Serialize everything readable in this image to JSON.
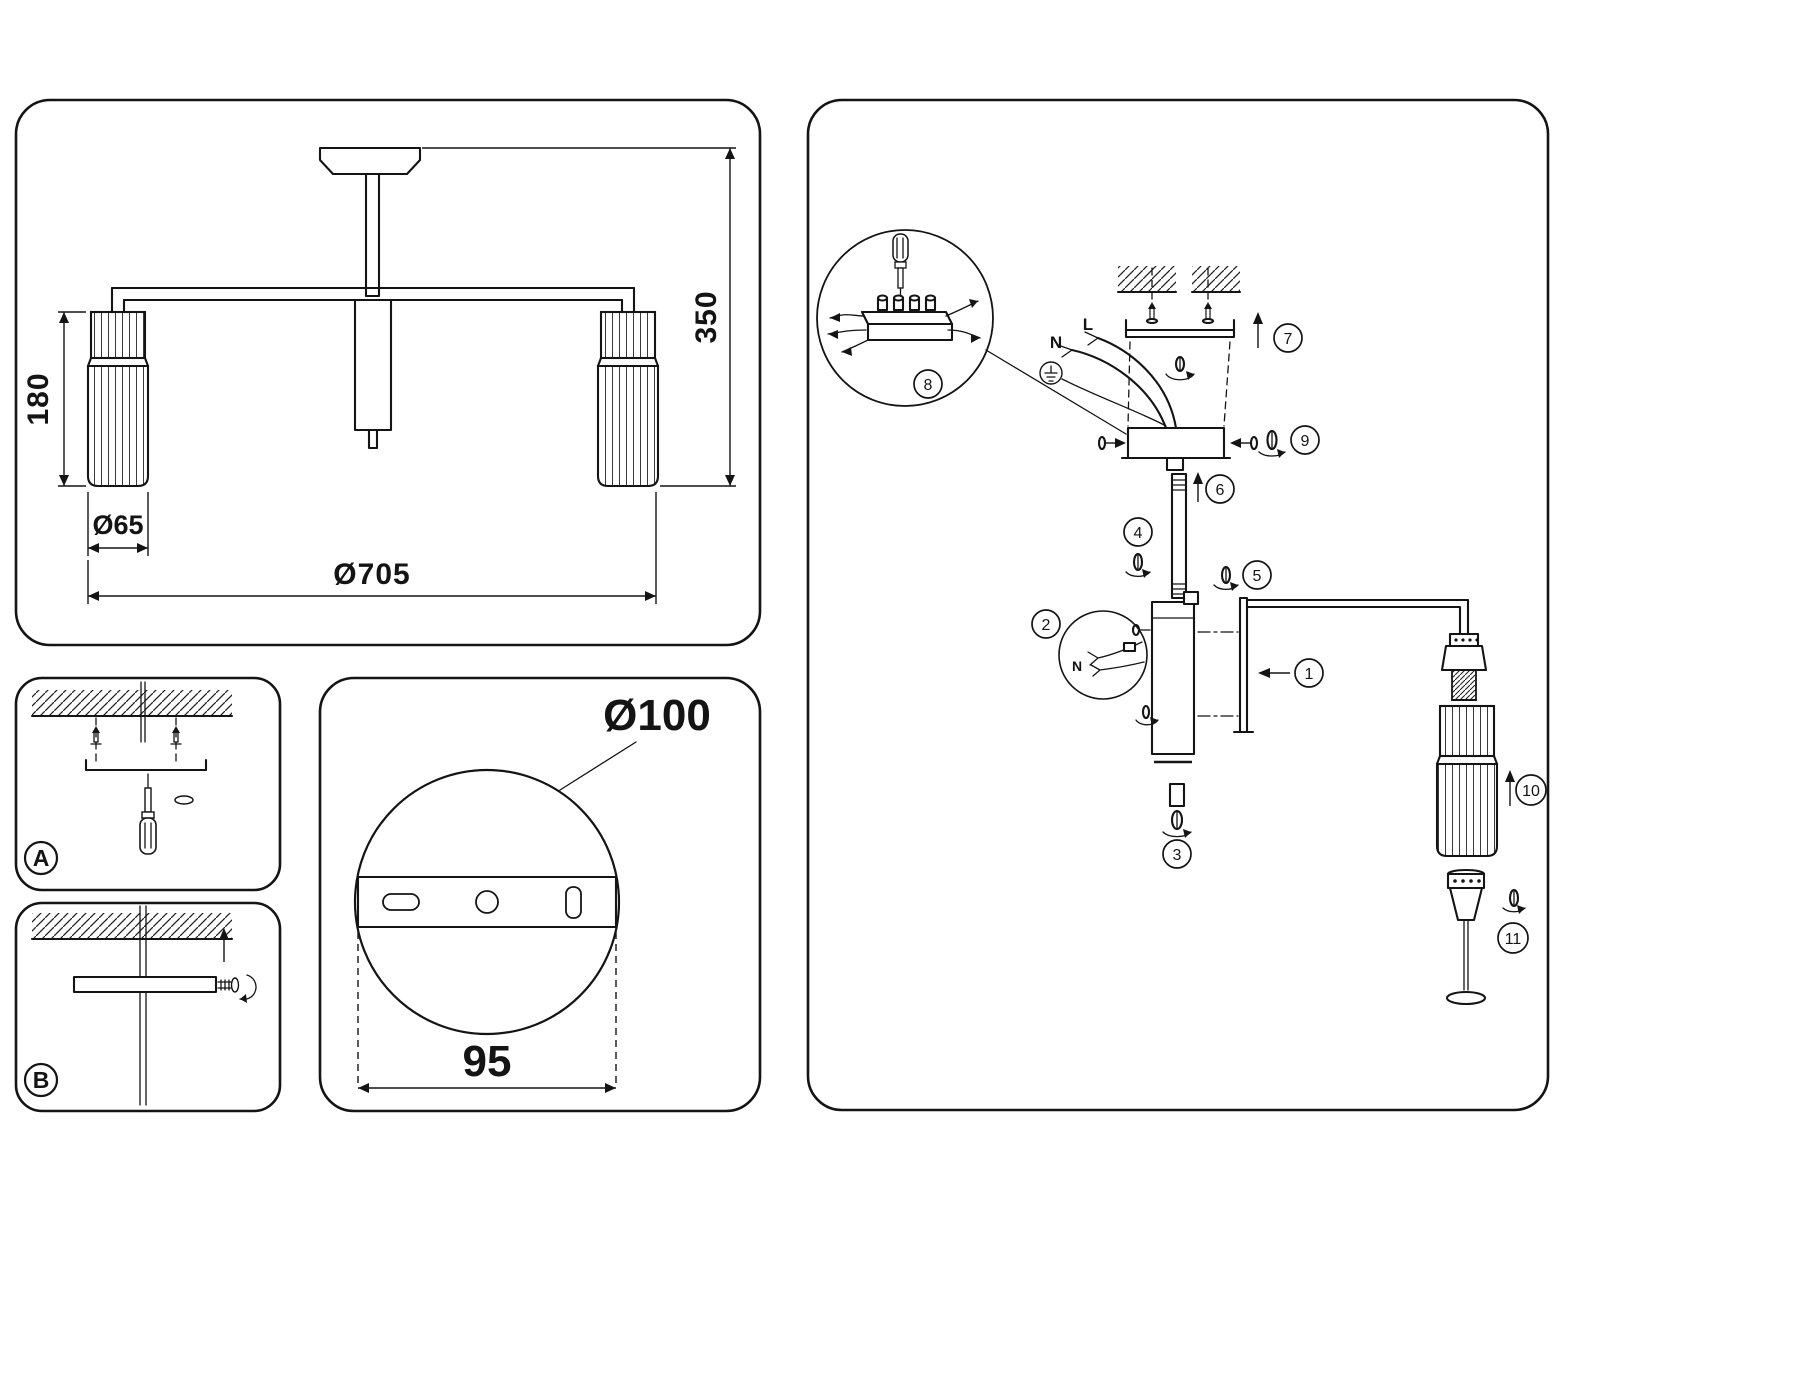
{
  "overview": {
    "shade_height": "180",
    "fixture_height": "350",
    "shade_diameter": "Ø65",
    "fixture_diameter": "Ø705"
  },
  "step_a": {
    "label": "A"
  },
  "step_b": {
    "label": "B"
  },
  "plate": {
    "diameter": "Ø100",
    "spacing": "95"
  },
  "assembly": {
    "wire_neutral": "N",
    "wire_live": "L",
    "wire_neutral_detail": "N",
    "steps": [
      "1",
      "2",
      "3",
      "4",
      "5",
      "6",
      "7",
      "8",
      "9",
      "10",
      "11"
    ]
  }
}
